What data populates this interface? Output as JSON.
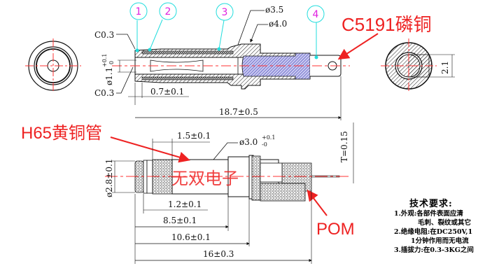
{
  "drawing": {
    "balloons": [
      "1",
      "2",
      "3",
      "4"
    ],
    "top_view": {
      "chamfer_top": "C0.3",
      "chamfer_bottom": "C0.3",
      "inner_diameter": "ø1.1",
      "inner_diameter_tol_upper": "+0.1",
      "inner_diameter_tol_lower": "0",
      "dia_3_5": "ø3.5",
      "dia_4_0": "ø4.0",
      "offset": "0.7±0.1",
      "overall_length": "18.7±0.5"
    },
    "end_view_right": {
      "flat_dim": "2.1"
    },
    "side_view": {
      "length_1_5": "1.5±0.1",
      "dia_3_0": "ø3.0",
      "dia_3_0_tol_upper": "+0.1",
      "dia_3_0_tol_lower": "-0",
      "dia_2_8": "ø2.8±0.1",
      "length_1_2": "1.2±0.1",
      "length_8_5": "8.5±0.1",
      "length_10_6": "10.6±0.1",
      "length_16": "16±0.3",
      "thickness": "T=0.15"
    },
    "material_labels": {
      "pin": "C5191磷铜",
      "tube": "H65黄铜管",
      "insulator": "POM"
    },
    "watermark": "无双电子",
    "colors": {
      "annotation_red": "#ee2222",
      "balloon_cyan": "#22dddd",
      "balloon_text": "#e020e0",
      "centerline": "#ff3333",
      "hatch_blue": "#4040c0"
    }
  },
  "tech_requirements": {
    "title": "技术要求:",
    "items": [
      "1.外观:各部件表面应清",
      "毛刺、裂纹或其它",
      "2.绝缘电阻:在DC250V,1",
      "1分钟作用而无电流",
      "3.插拔力:在0.3-3KG之间"
    ]
  }
}
